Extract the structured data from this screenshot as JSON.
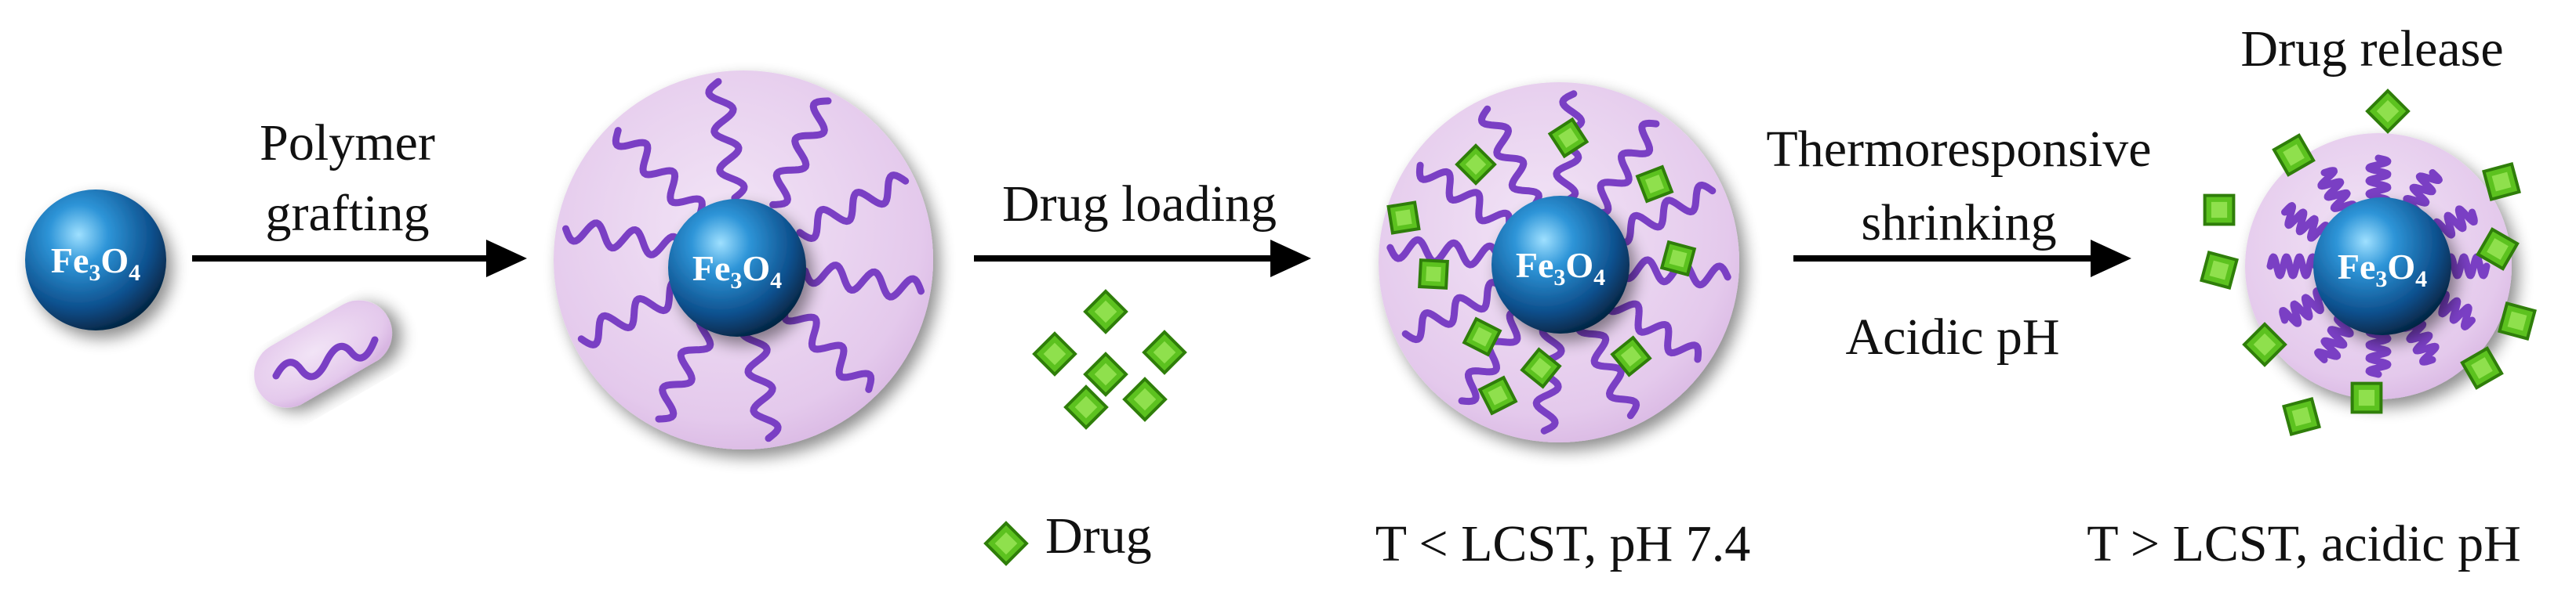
{
  "colors": {
    "halo": "#e6cdee",
    "polymer": "#7a3fc4",
    "drug": "#5cc21f",
    "drug_dark": "#2f7e0a",
    "core": "#1c7cc4",
    "core_dark": "#04243f",
    "arrow": "#000000"
  },
  "nanoparticle_label": {
    "main": "Fe",
    "sub1": "3",
    "mid": "O",
    "sub2": "4"
  },
  "steps": {
    "grafting": {
      "line1": "Polymer",
      "line2": "grafting"
    },
    "loading": {
      "label": "Drug loading"
    },
    "shrinking": {
      "line1": "Thermoresponsive",
      "line2": "shrinking",
      "below": "Acidic pH"
    },
    "release": {
      "label": "Drug release"
    }
  },
  "legend": {
    "icon": "drug-diamond-icon",
    "label": "Drug"
  },
  "conditions": {
    "loaded": "T < LCST, pH 7.4",
    "released": "T > LCST, acidic pH"
  }
}
